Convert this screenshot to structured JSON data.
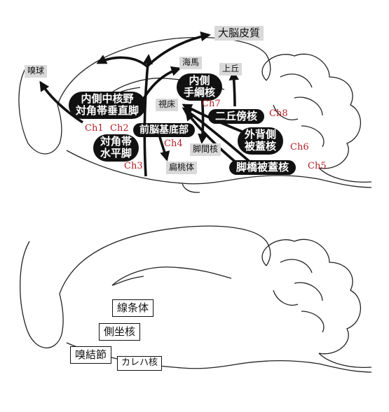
{
  "upper": {
    "regions": {
      "olfactory_bulb": "嗅球",
      "cortex": "大脳皮質",
      "hippocampus": "海馬",
      "superior_colliculus": "上丘",
      "thalamus": "視床",
      "amygdala": "扁桃体",
      "interpeduncular": "脚間核"
    },
    "nuclei": {
      "medial_septum": "内側中核野",
      "diagonal_band_vertical": "対角帯垂直脚",
      "diagonal_band_horizontal": "対角帯\n水平脚",
      "basal_forebrain": "前脳基底部",
      "medial_habenula": "内側\n手綱核",
      "parabigeminal": "二丘傍核",
      "laterodorsal_tegmental": "外背側\n被蓋核",
      "pedunculopontine": "脚橋被蓋核"
    },
    "channels": {
      "ch1": "Ch1",
      "ch2": "Ch2",
      "ch3": "Ch3",
      "ch4": "Ch4",
      "ch5": "Ch5",
      "ch6": "Ch6",
      "ch7": "Ch7",
      "ch8": "Ch8"
    }
  },
  "lower": {
    "regions": {
      "striatum": "線条体",
      "nucleus_accumbens": "側坐核",
      "olfactory_tubercle": "嗅結節",
      "islands_of_calleja": "カレハ核"
    }
  },
  "colors": {
    "channel_label": "#b11e24",
    "region_fill": "#d9d9d9",
    "nucleus_fill": "#111111"
  }
}
